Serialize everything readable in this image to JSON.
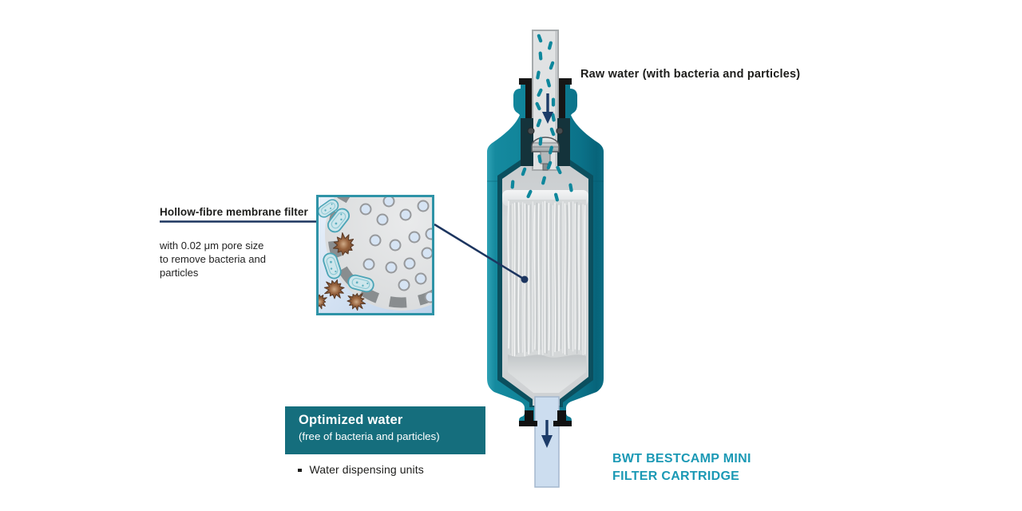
{
  "colors": {
    "brand_teal": "#1b99b5",
    "panel_teal": "#156e7d",
    "body_teal": "#0e8096",
    "navy": "#1c3b68",
    "droplet_teal": "#0e879c",
    "inset_border": "#2e93a7",
    "text_dark": "#1d1d1b"
  },
  "annotations": {
    "raw_water": "Raw water (with bacteria and particles)"
  },
  "membrane_callout": {
    "title": "Hollow-fibre membrane filter",
    "description_line1": "with 0.02 μm pore size",
    "description_line2": "to remove bacteria and",
    "description_line3": "particles"
  },
  "optimized_water_panel": {
    "title": "Optimized water",
    "subtitle": "(free of bacteria and particles)",
    "bullet_item": "Water dispensing units"
  },
  "product": {
    "name_line1": "BWT BESTCAMP MINI",
    "name_line2": "FILTER CARTRIDGE"
  }
}
